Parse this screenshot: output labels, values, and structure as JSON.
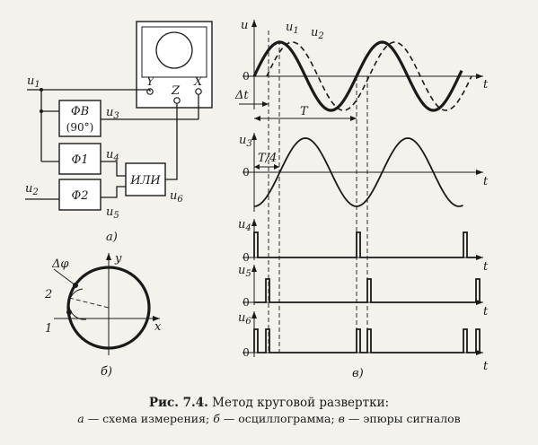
{
  "scheme": {
    "inputs": {
      "u1": "u",
      "u1_sub": "1",
      "u2": "u",
      "u2_sub": "2"
    },
    "blocks": {
      "phase_shifter": {
        "line1": "ФВ",
        "line2": "(90°)"
      },
      "f1": "Ф1",
      "f2": "Ф2",
      "or_gate": "ИЛИ"
    },
    "signals": {
      "u3": "u",
      "u3_sub": "3",
      "u4": "u",
      "u4_sub": "4",
      "u5": "u",
      "u5_sub": "5",
      "u6": "u",
      "u6_sub": "6"
    },
    "oscilloscope_terminals": {
      "y": "Y",
      "z": "Z",
      "x": "X"
    },
    "panel_label": "а)"
  },
  "oscillogram": {
    "axis_x": "x",
    "axis_y": "y",
    "phase_label": "Δφ",
    "point_1": "1",
    "point_2": "2",
    "panel_label": "б)"
  },
  "timing": {
    "plots": [
      {
        "ylabel": "u",
        "ylabel_sub": "",
        "xlabel": "t",
        "zero": "0"
      },
      {
        "ylabel": "u",
        "ylabel_sub": "3",
        "xlabel": "t",
        "zero": "0"
      },
      {
        "ylabel": "u",
        "ylabel_sub": "4",
        "xlabel": "t",
        "zero": "0"
      },
      {
        "ylabel": "u",
        "ylabel_sub": "5",
        "xlabel": "t",
        "zero": "0"
      },
      {
        "ylabel": "u",
        "ylabel_sub": "6",
        "xlabel": "t",
        "zero": "0"
      }
    ],
    "curve_labels": {
      "u1": "u",
      "u1_sub": "1",
      "u2": "u",
      "u2_sub": "2"
    },
    "delta_t": "Δt",
    "period": "T",
    "quarter_period": "T/4",
    "panel_label": "в)"
  },
  "caption": {
    "number": "Рис. 7.4.",
    "title": " Метод круговой развертки:",
    "a_letter": "а",
    "a_text": " — схема измерения; ",
    "b_letter": "б",
    "b_text": " — осциллограмма; ",
    "c_letter": "в",
    "c_text": " — эпюры сигналов"
  }
}
